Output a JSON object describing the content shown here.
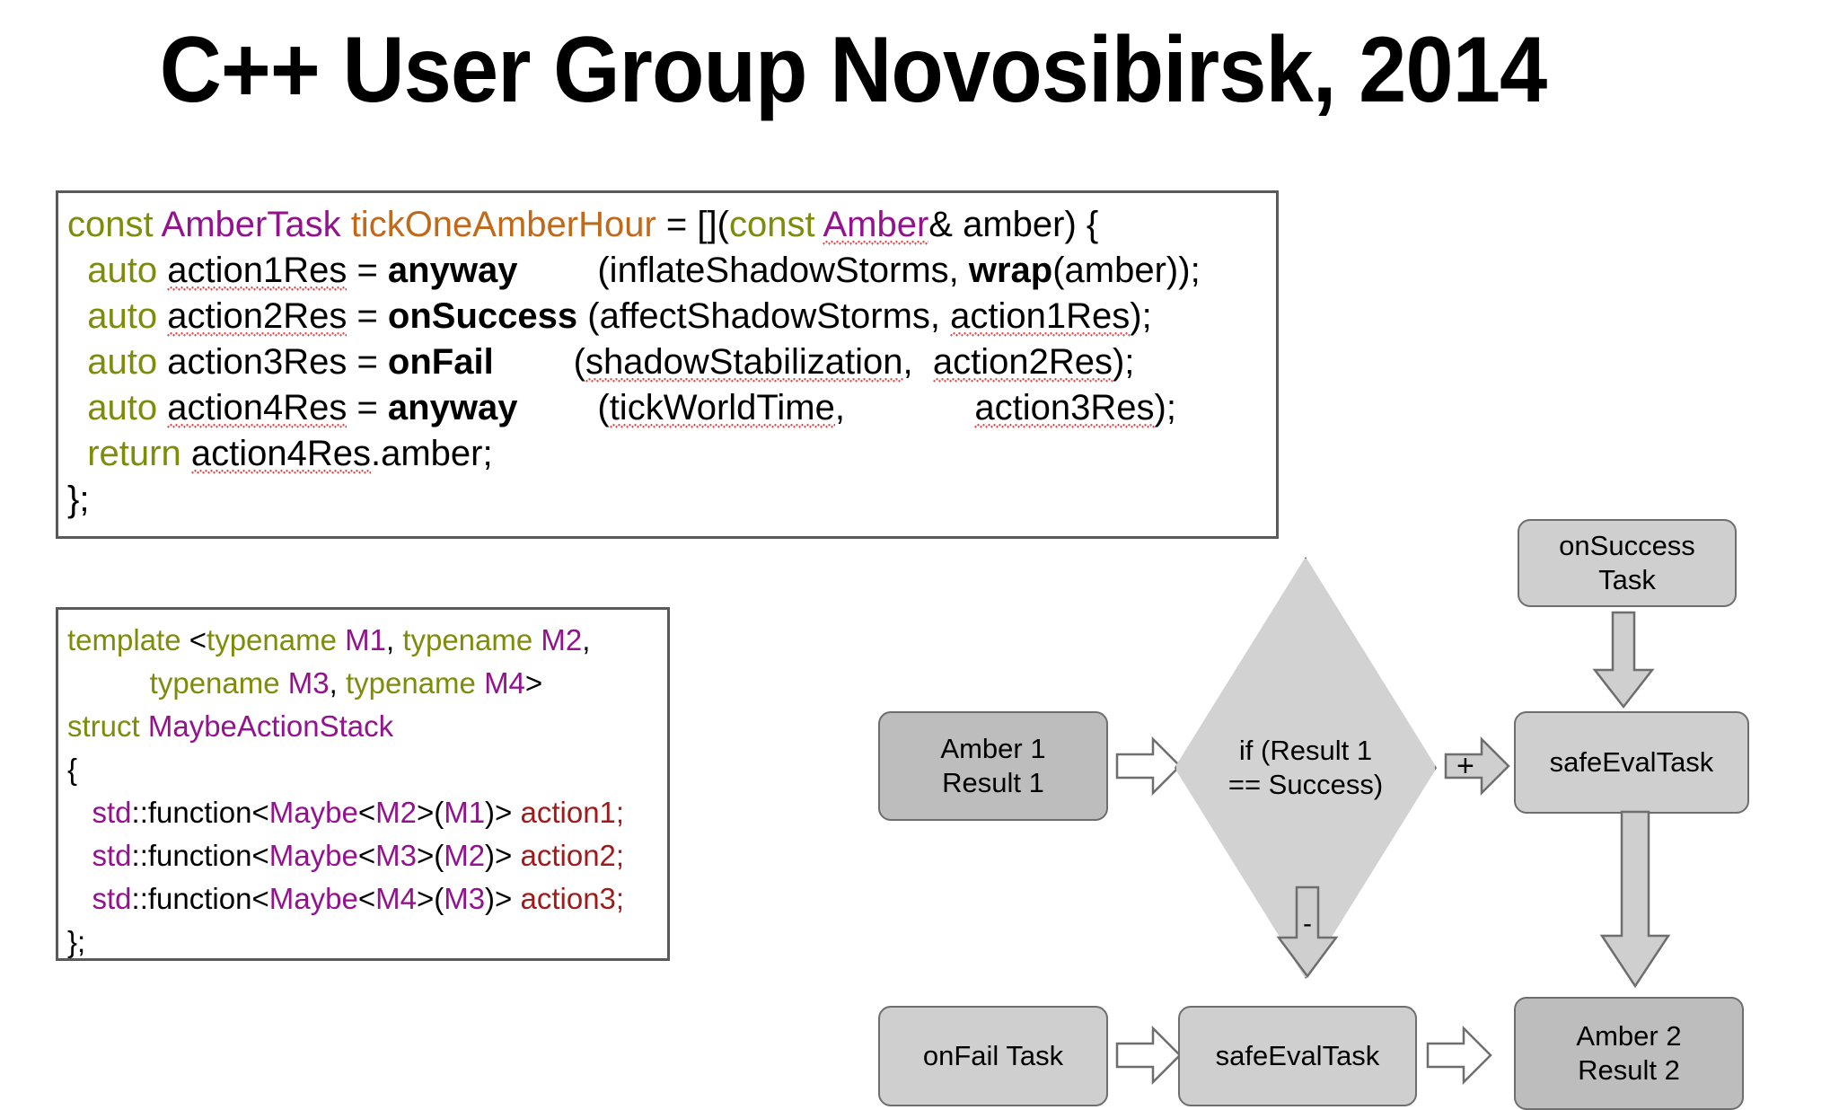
{
  "slide": {
    "title": "C++ User Group Novosibirsk, 2014"
  },
  "code_block_1": {
    "lines": [
      {
        "tokens": [
          {
            "t": "const ",
            "c": "kw"
          },
          {
            "t": "AmberTask ",
            "c": "type"
          },
          {
            "t": "tickOneAmberHour",
            "c": "fn"
          },
          {
            "t": " = [](",
            "c": "plain"
          },
          {
            "t": "const ",
            "c": "kw"
          },
          {
            "t": "Amber",
            "c": "type",
            "squiggle": true
          },
          {
            "t": "& amber) {",
            "c": "plain"
          }
        ]
      },
      {
        "tokens": [
          {
            "t": "  auto ",
            "c": "kw"
          },
          {
            "t": "action1Res",
            "c": "plain",
            "squiggle": true
          },
          {
            "t": " = ",
            "c": "plain"
          },
          {
            "t": "anyway",
            "c": "bold"
          },
          {
            "t": "        (inflateShadowStorms, ",
            "c": "plain"
          },
          {
            "t": "wrap",
            "c": "bold"
          },
          {
            "t": "(amber));",
            "c": "plain"
          }
        ]
      },
      {
        "tokens": [
          {
            "t": "  auto ",
            "c": "kw"
          },
          {
            "t": "action2Res",
            "c": "plain",
            "squiggle": true
          },
          {
            "t": " = ",
            "c": "plain"
          },
          {
            "t": "onSuccess",
            "c": "bold"
          },
          {
            "t": " (affectShadowStorms, ",
            "c": "plain"
          },
          {
            "t": "action1Res",
            "c": "plain",
            "squiggle": true
          },
          {
            "t": ");",
            "c": "plain"
          }
        ]
      },
      {
        "tokens": [
          {
            "t": "  auto ",
            "c": "kw"
          },
          {
            "t": "action3Res",
            "c": "plain"
          },
          {
            "t": " = ",
            "c": "plain"
          },
          {
            "t": "onFail",
            "c": "bold"
          },
          {
            "t": "        (",
            "c": "plain"
          },
          {
            "t": "shadowStabilization",
            "c": "plain",
            "squiggle": true
          },
          {
            "t": ",  ",
            "c": "plain"
          },
          {
            "t": "action2Res",
            "c": "plain",
            "squiggle": true
          },
          {
            "t": ");",
            "c": "plain"
          }
        ]
      },
      {
        "tokens": [
          {
            "t": "  auto ",
            "c": "kw"
          },
          {
            "t": "action4Res",
            "c": "plain",
            "squiggle": true
          },
          {
            "t": " = ",
            "c": "plain"
          },
          {
            "t": "anyway",
            "c": "bold"
          },
          {
            "t": "        (",
            "c": "plain"
          },
          {
            "t": "tickWorldTime",
            "c": "plain",
            "squiggle": true
          },
          {
            "t": ",             ",
            "c": "plain"
          },
          {
            "t": "action3Res",
            "c": "plain",
            "squiggle": true
          },
          {
            "t": ");",
            "c": "plain"
          }
        ]
      },
      {
        "tokens": [
          {
            "t": "  return ",
            "c": "kw"
          },
          {
            "t": "action4Res",
            "c": "plain",
            "squiggle": true
          },
          {
            "t": ".amber;",
            "c": "plain"
          }
        ]
      },
      {
        "tokens": [
          {
            "t": "};",
            "c": "plain"
          }
        ]
      }
    ]
  },
  "code_block_2": {
    "lines": [
      {
        "tokens": [
          {
            "t": "template ",
            "c": "kw"
          },
          {
            "t": "<",
            "c": "plain"
          },
          {
            "t": "typename ",
            "c": "kw"
          },
          {
            "t": "M1",
            "c": "type"
          },
          {
            "t": ", ",
            "c": "plain"
          },
          {
            "t": "typename ",
            "c": "kw"
          },
          {
            "t": "M2",
            "c": "type"
          },
          {
            "t": ",",
            "c": "plain"
          }
        ]
      },
      {
        "tokens": [
          {
            "t": "          typename ",
            "c": "kw"
          },
          {
            "t": "M3",
            "c": "type"
          },
          {
            "t": ", ",
            "c": "plain"
          },
          {
            "t": "typename ",
            "c": "kw"
          },
          {
            "t": "M4",
            "c": "type"
          },
          {
            "t": ">",
            "c": "plain"
          }
        ]
      },
      {
        "tokens": [
          {
            "t": "struct ",
            "c": "kw"
          },
          {
            "t": "MaybeActionStack",
            "c": "type"
          }
        ]
      },
      {
        "tokens": [
          {
            "t": "{",
            "c": "plain"
          }
        ]
      },
      {
        "tokens": [
          {
            "t": "   ",
            "c": "plain"
          },
          {
            "t": "std",
            "c": "type"
          },
          {
            "t": "::function<",
            "c": "plain"
          },
          {
            "t": "Maybe",
            "c": "type"
          },
          {
            "t": "<",
            "c": "plain"
          },
          {
            "t": "M2",
            "c": "type"
          },
          {
            "t": ">(",
            "c": "plain"
          },
          {
            "t": "M1",
            "c": "type"
          },
          {
            "t": ")> ",
            "c": "plain"
          },
          {
            "t": "action1;",
            "c": "member"
          }
        ]
      },
      {
        "tokens": [
          {
            "t": "   ",
            "c": "plain"
          },
          {
            "t": "std",
            "c": "type"
          },
          {
            "t": "::function<",
            "c": "plain"
          },
          {
            "t": "Maybe",
            "c": "type"
          },
          {
            "t": "<",
            "c": "plain"
          },
          {
            "t": "M3",
            "c": "type"
          },
          {
            "t": ">(",
            "c": "plain"
          },
          {
            "t": "M2",
            "c": "type"
          },
          {
            "t": ")> ",
            "c": "plain"
          },
          {
            "t": "action2;",
            "c": "member"
          }
        ]
      },
      {
        "tokens": [
          {
            "t": "   ",
            "c": "plain"
          },
          {
            "t": "std",
            "c": "type"
          },
          {
            "t": "::function<",
            "c": "plain"
          },
          {
            "t": "Maybe",
            "c": "type"
          },
          {
            "t": "<",
            "c": "plain"
          },
          {
            "t": "M4",
            "c": "type"
          },
          {
            "t": ">(",
            "c": "plain"
          },
          {
            "t": "M3",
            "c": "type"
          },
          {
            "t": ")> ",
            "c": "plain"
          },
          {
            "t": "action3;",
            "c": "member"
          }
        ]
      },
      {
        "tokens": [
          {
            "t": "};",
            "c": "plain"
          }
        ]
      }
    ]
  },
  "diagram": {
    "nodes": {
      "amber1": "Amber 1\nResult 1",
      "decision": "if (Result 1\n== Success)",
      "on_success_task": "onSuccess\nTask",
      "safe_eval_top": "safeEvalTask",
      "on_fail_task": "onFail Task",
      "safe_eval_bottom": "safeEvalTask",
      "amber2": "Amber 2\nResult 2"
    },
    "arrow_labels": {
      "plus": "+",
      "minus": "-"
    }
  },
  "colors": {
    "keyword": "#7f8c0b",
    "type": "#93138f",
    "function": "#c0691a",
    "member": "#9e1b1b",
    "plain": "#000000",
    "squiggle": "#e24a4a",
    "node_fill": "#cfcfcf",
    "node_fill_dark": "#bdbdbd",
    "diamond_fill": "#d2d2d2",
    "shape_stroke": "#6e6e6e",
    "box_border": "#5a5a5a"
  }
}
